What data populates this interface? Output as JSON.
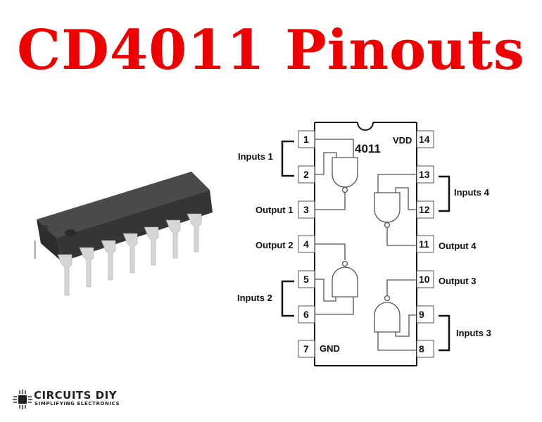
{
  "title": "CD4011 Pinouts",
  "colors": {
    "title": "#ee0000",
    "line": "#555555",
    "bracket": "#111111",
    "chip_body": "#3a3a3c",
    "chip_leg": "#d4d4d2"
  },
  "diagram": {
    "chip_label": "4011",
    "vdd_label": "VDD",
    "gnd_label": "GND",
    "pins_left": [
      {
        "num": "1"
      },
      {
        "num": "2"
      },
      {
        "num": "3"
      },
      {
        "num": "4"
      },
      {
        "num": "5"
      },
      {
        "num": "6"
      },
      {
        "num": "7"
      }
    ],
    "pins_right": [
      {
        "num": "14"
      },
      {
        "num": "13"
      },
      {
        "num": "12"
      },
      {
        "num": "11"
      },
      {
        "num": "10"
      },
      {
        "num": "9"
      },
      {
        "num": "8"
      }
    ],
    "labels": {
      "inputs_1": "Inputs 1",
      "output_1": "Output 1",
      "output_2": "Output 2",
      "inputs_2": "Inputs 2",
      "inputs_4": "Inputs 4",
      "output_4": "Output 4",
      "output_3": "Output 3",
      "inputs_3": "Inputs 3"
    }
  },
  "logo": {
    "name": "CIRCUITS DIY",
    "tagline": "SIMPLIFYING ELECTRONICS",
    "icon": "chip-icon"
  }
}
